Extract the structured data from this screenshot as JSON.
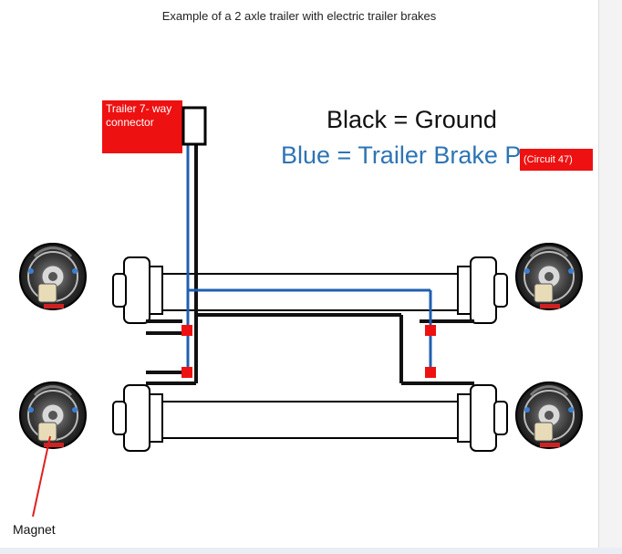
{
  "title": "Example of a 2 axle trailer with electric trailer brakes",
  "connector_label": "Trailer 7- way connector",
  "legend": {
    "black_text": "Black = Ground",
    "blue_text": "Blue = Trailer Brake Power",
    "circuit_text": "(Circuit 47)"
  },
  "magnet_label": "Magnet",
  "colors": {
    "ground_wire": "#111111",
    "power_wire": "#1f5fb0",
    "label_red": "#ee1111",
    "legend_blue": "#2e74b5"
  },
  "icons": {
    "brake_assembly": "electric-brake-drum-icon",
    "connector": "trailer-connector-icon",
    "splice": "wire-splice-icon"
  }
}
